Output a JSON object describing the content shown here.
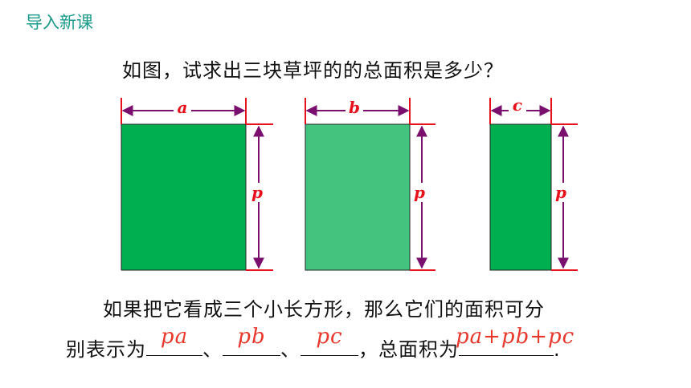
{
  "header": {
    "title": "导入新课"
  },
  "question": "如图，试求出三块草坪的的总面积是多少？",
  "figure": {
    "rects": [
      {
        "width_label": "a",
        "height_label": "p",
        "fill": "#00b050"
      },
      {
        "width_label": "b",
        "height_label": "p",
        "fill": "#42c47e"
      },
      {
        "width_label": "c",
        "height_label": "p",
        "fill": "#00b050"
      }
    ],
    "colors": {
      "arrow": "#7a0f6e",
      "tick": "#e8101a",
      "label": "#e8101a"
    }
  },
  "text": {
    "line1": "如果把它看成三个小长方形，那么它们的面积可分",
    "line2_prefix": "别表示为",
    "sep1": "、",
    "sep2": "、",
    "line2_mid": "，总面积为",
    "line2_end": ".",
    "answers": [
      "pa",
      "pb",
      "pc",
      "pa+pb+pc"
    ]
  }
}
